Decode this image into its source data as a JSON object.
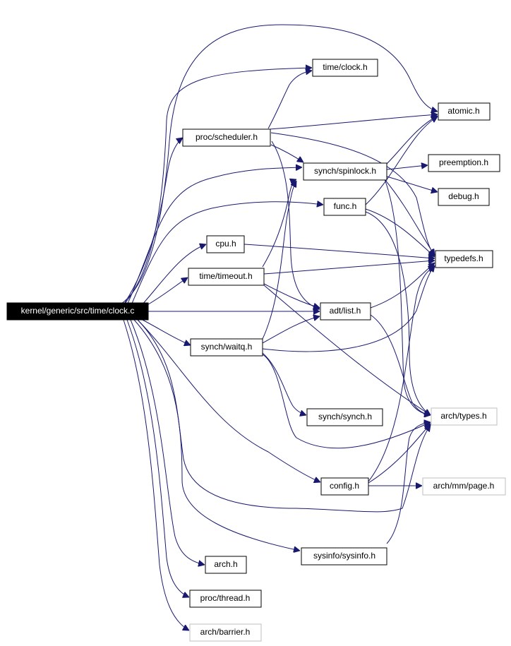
{
  "graph": {
    "nodes": {
      "root": "kernel/generic/src/time/clock.c",
      "time_clock": "time/clock.h",
      "atomic": "atomic.h",
      "proc_scheduler": "proc/scheduler.h",
      "synch_spinlock": "synch/spinlock.h",
      "preemption": "preemption.h",
      "debug": "debug.h",
      "func": "func.h",
      "cpu": "cpu.h",
      "typedefs": "typedefs.h",
      "time_timeout": "time/timeout.h",
      "adt_list": "adt/list.h",
      "synch_waitq": "synch/waitq.h",
      "synch_synch": "synch/synch.h",
      "arch_types": "arch/types.h",
      "config": "config.h",
      "arch_mm_page": "arch/mm/page.h",
      "sysinfo": "sysinfo/sysinfo.h",
      "arch": "arch.h",
      "proc_thread": "proc/thread.h",
      "arch_barrier": "arch/barrier.h"
    },
    "external_nodes": [
      "arch_types",
      "arch_mm_page",
      "arch_barrier"
    ],
    "root_node": "root",
    "colors": {
      "edge": "#191970",
      "root_fill": "#000000",
      "root_text": "#ffffff",
      "box_border": "#000000",
      "external_border": "#bfbfbf"
    }
  }
}
